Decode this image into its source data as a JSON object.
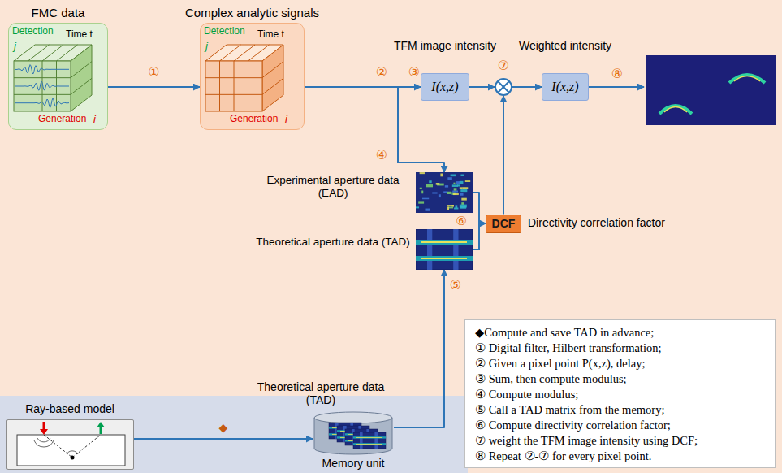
{
  "diagram": {
    "nodes": [
      {
        "text": [
          "FMC data"
        ]
      },
      {
        "text": [
          "Complex analytic signals"
        ]
      },
      {
        "text": [
          "TFM image intensity",
          "I(x,z)"
        ]
      },
      {
        "text": [
          "⑦"
        ]
      },
      {
        "text": [
          "Weighted intensity",
          "I(x,z)"
        ]
      },
      {
        "text": [
          "Experimental aperture data (EAD)"
        ]
      },
      {
        "text": [
          "Theoretical aperture data (TAD)"
        ]
      },
      {
        "text": [
          "DCF",
          "Directivity correlation factor"
        ]
      },
      {
        "text": [
          "Ray-based model"
        ]
      },
      {
        "text": [
          "Theoretical aperture data (TAD)",
          "Memory unit"
        ]
      },
      {
        "text": [
          "◆Compute and save TAD in advance;",
          "① Digital filter, Hilbert transformation;",
          "② Given a pixel point P(x,z), delay;",
          "③ Sum, then compute modulus;",
          "④ Compute modulus;",
          "⑤ Call a TAD matrix from the memory;",
          "⑥ Compute directivity correlation factor;",
          "⑦ weight the TFM image intensity using DCF;",
          "⑧ Repeat ②-⑦ for every pixel point."
        ]
      }
    ],
    "edges": [
      {
        "from": 0,
        "to": 1,
        "arrow": "to",
        "label": "①"
      },
      {
        "from": 1,
        "to": 2,
        "arrow": "to"
      },
      {
        "from": 1,
        "to": 5,
        "arrow": "to"
      },
      {
        "from": 2,
        "to": 3,
        "arrow": "to"
      },
      {
        "from": 3,
        "to": 4,
        "arrow": "to"
      },
      {
        "from": 5,
        "to": 7,
        "arrow": "to"
      },
      {
        "from": 6,
        "to": 7,
        "arrow": "to"
      },
      {
        "from": 7,
        "to": 3,
        "arrow": "to"
      },
      {
        "from": 8,
        "to": 9,
        "arrow": "to",
        "label": "◆"
      },
      {
        "from": 9,
        "to": 6,
        "arrow": "to"
      }
    ],
    "labels": [
      "Detection",
      "j",
      "Time t",
      "Generation",
      "i",
      "Detection",
      "j",
      "Time t",
      "Generation",
      "i",
      "②",
      "③",
      "④",
      "⑤",
      "⑥",
      "⑧"
    ]
  }
}
